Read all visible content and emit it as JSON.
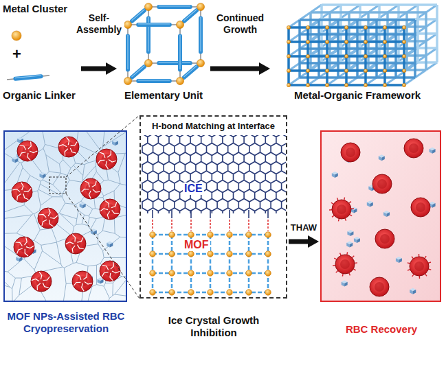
{
  "diagram": {
    "nodes": [
      {
        "text": [
          "Metal Cluster",
          "+",
          "Organic Linker"
        ]
      },
      {
        "text": [
          "Elementary Unit"
        ]
      },
      {
        "text": [
          "Metal-Organic Framework"
        ]
      },
      {
        "text": [
          "MOF NPs-Assisted RBC Cryopreservation"
        ]
      },
      {
        "text": [
          "H-bond Matching at Interface",
          "Ice Crystal Growth Inhibition"
        ]
      },
      {
        "text": [
          "RBC Recovery"
        ]
      }
    ],
    "edges": [
      {
        "from": 0,
        "to": 1,
        "label": "Self-Assembly",
        "arrow": "to"
      },
      {
        "from": 1,
        "to": 2,
        "label": "Continued Growth",
        "arrow": "to"
      },
      {
        "from": 4,
        "to": 5,
        "label": "THAW",
        "arrow": "to"
      }
    ],
    "labels": [
      "ICE",
      "MOF"
    ]
  }
}
